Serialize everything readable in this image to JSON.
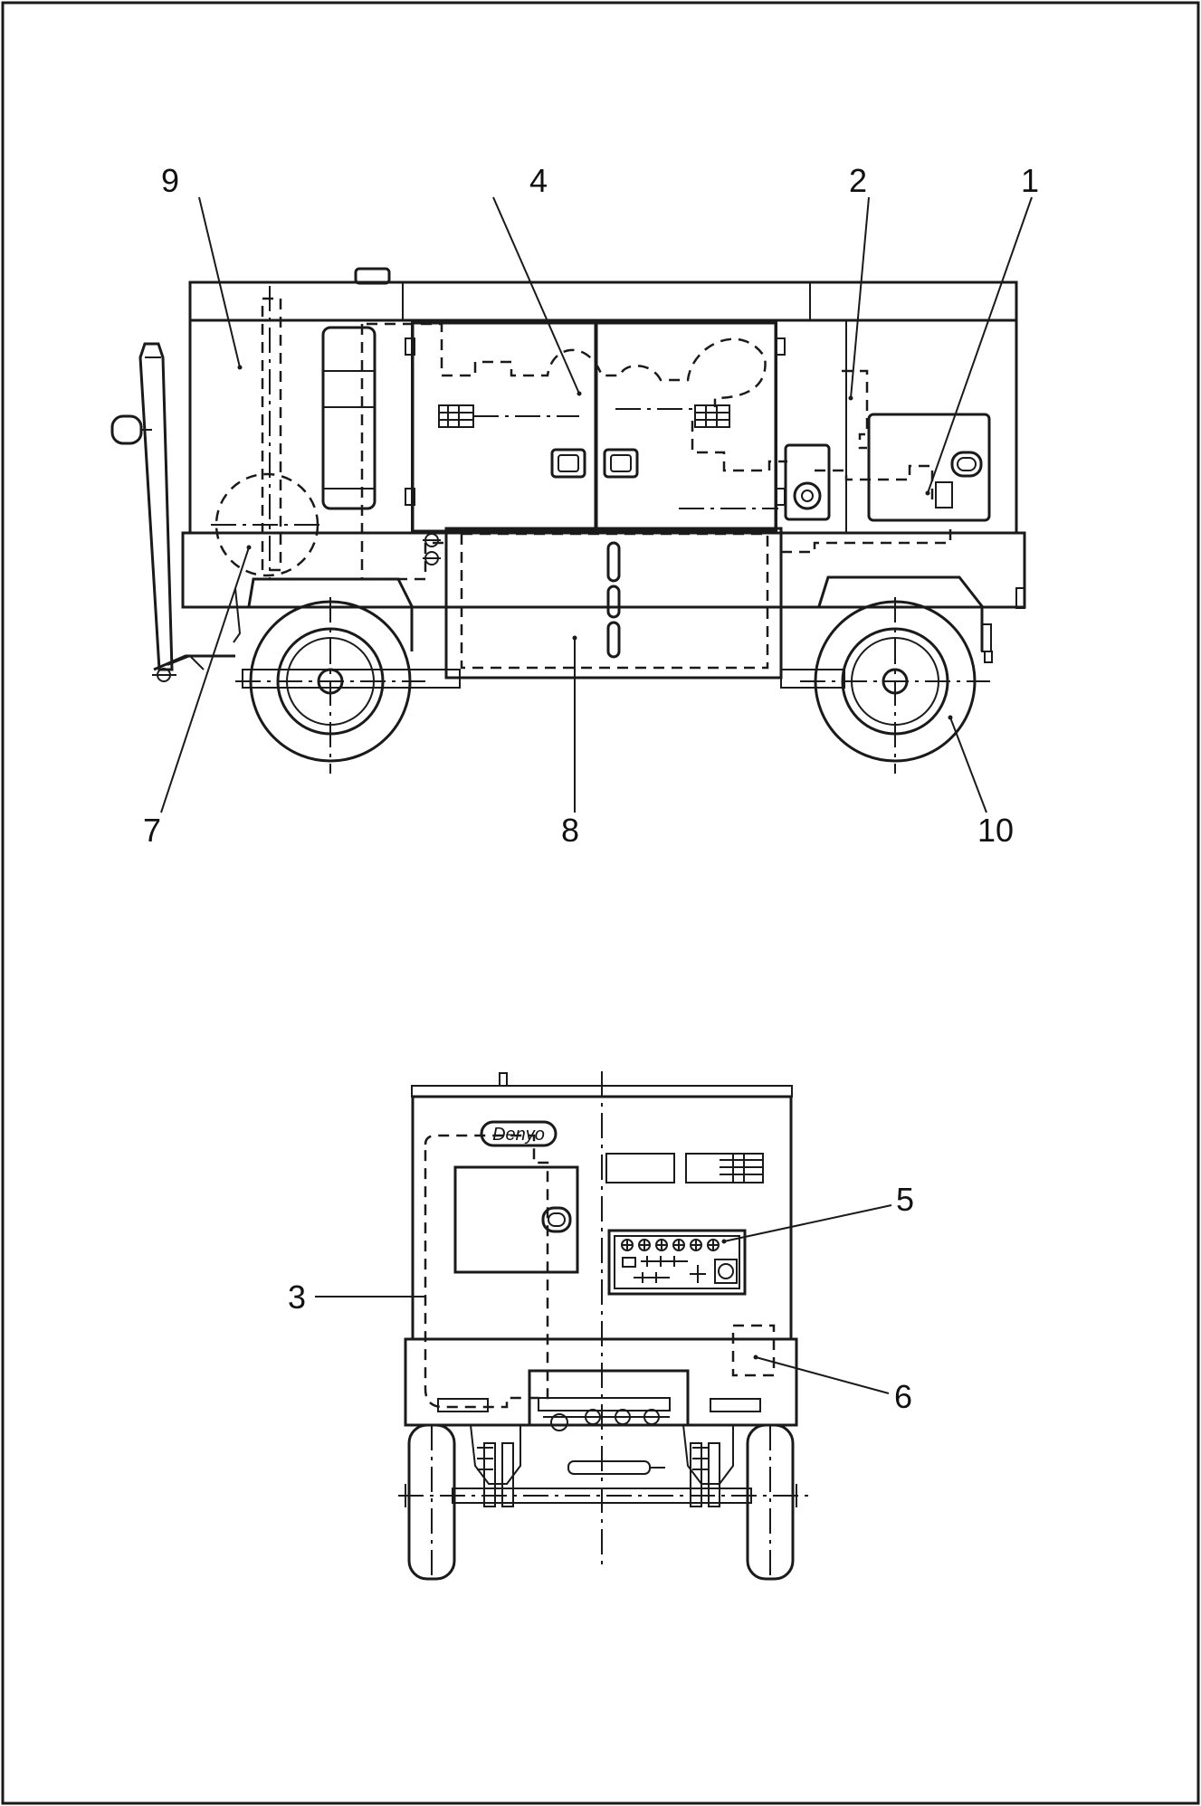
{
  "callouts": {
    "c1": "1",
    "c2": "2",
    "c3": "3",
    "c4": "4",
    "c5": "5",
    "c6": "6",
    "c7": "7",
    "c8": "8",
    "c9": "9",
    "c10": "10"
  },
  "brand": {
    "logo_text": "Denyo"
  },
  "colors": {
    "ink": "#1a1a1a",
    "paper": "#ffffff"
  }
}
